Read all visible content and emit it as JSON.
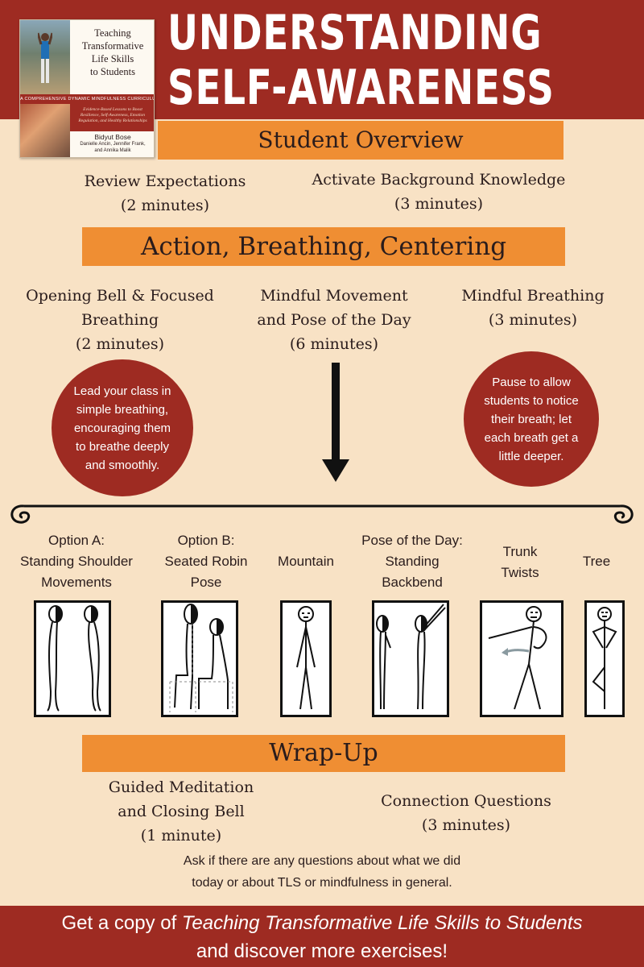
{
  "book": {
    "title_lines": [
      "Teaching",
      "Transformative",
      "Life Skills",
      "to Students"
    ],
    "stripe": "A COMPREHENSIVE DYNAMIC MINDFULNESS CURRICULUM",
    "blurb": "Evidence-Based Lessons to Boost Resilience, Self-Awareness, Emotion Regulation, and Healthy Relationships",
    "author": "Bidyut Bose",
    "coauthors_1": "Danielle Ancin, Jennifer Frank,",
    "coauthors_2": "and Annika Malik"
  },
  "title": {
    "line1": "UNDERSTANDING",
    "line2": "SELF-AWARENESS"
  },
  "overview": {
    "heading": "Student Overview",
    "left": {
      "line1": "Review Expectations",
      "line2": "(2 minutes)"
    },
    "right": {
      "line1": "Activate Background Knowledge",
      "line2": "(3 minutes)"
    }
  },
  "abc": {
    "heading": "Action, Breathing, Centering",
    "col1": {
      "line1": "Opening Bell & Focused",
      "line2": "Breathing",
      "line3": "(2 minutes)"
    },
    "col2": {
      "line1": "Mindful Movement",
      "line2": "and Pose of the Day",
      "line3": "(6 minutes)"
    },
    "col3": {
      "line1": "Mindful Breathing",
      "line2": "(3 minutes)"
    },
    "bubble_left": "Lead your class in simple breathing, encouraging them to breathe deeply and smoothly.",
    "bubble_right": "Pause to allow students to notice their breath; let each breath get a little deeper."
  },
  "poses": [
    {
      "lines": [
        "Option A:",
        "Standing Shoulder",
        "Movements"
      ]
    },
    {
      "lines": [
        "Option B:",
        "Seated Robin",
        "Pose"
      ]
    },
    {
      "lines": [
        "Mountain"
      ]
    },
    {
      "lines": [
        "Pose of the Day:",
        "Standing",
        "Backbend"
      ]
    },
    {
      "lines": [
        "Trunk",
        "Twists"
      ]
    },
    {
      "lines": [
        "Tree"
      ]
    }
  ],
  "wrapup": {
    "heading": "Wrap-Up",
    "left": {
      "line1": "Guided Meditation",
      "line2": "and Closing Bell",
      "line3": "(1 minute)"
    },
    "right": {
      "line1": "Connection Questions",
      "line2": "(3 minutes)"
    },
    "note_line1": "Ask if there are any questions about what we did",
    "note_line2": "today or about TLS or mindfulness in general."
  },
  "footer": {
    "prefix": "Get a copy of ",
    "book_title": "Teaching Transformative Life Skills to Students",
    "line2": "and discover more exercises!"
  },
  "colors": {
    "brand_red": "#9e2b22",
    "accent_orange": "#ef8e33",
    "background": "#f8e2c5"
  }
}
